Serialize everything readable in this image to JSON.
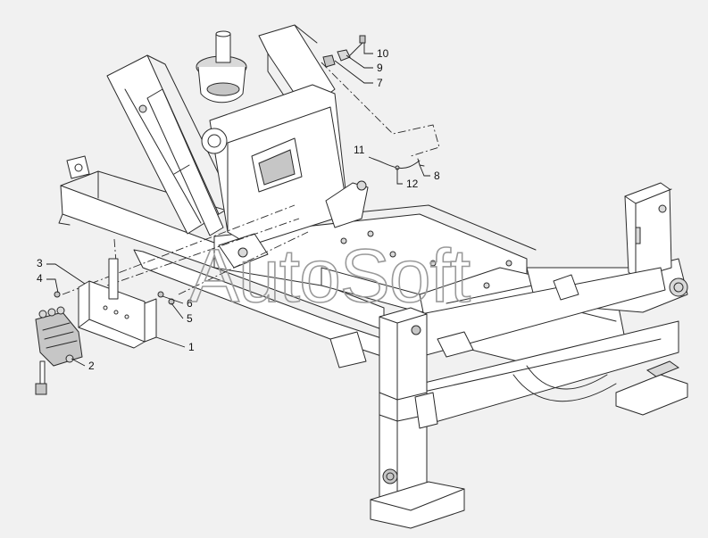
{
  "watermark": "AutoSoft",
  "callouts": [
    {
      "id": "c1",
      "label": "1"
    },
    {
      "id": "c2",
      "label": "2"
    },
    {
      "id": "c3",
      "label": "3"
    },
    {
      "id": "c4",
      "label": "4"
    },
    {
      "id": "c5",
      "label": "5"
    },
    {
      "id": "c6",
      "label": "6"
    },
    {
      "id": "c7",
      "label": "7"
    },
    {
      "id": "c8",
      "label": "8"
    },
    {
      "id": "c9",
      "label": "9"
    },
    {
      "id": "c10",
      "label": "10"
    },
    {
      "id": "c11",
      "label": "11"
    },
    {
      "id": "c12",
      "label": "12"
    }
  ],
  "colors": {
    "line": "#2a2a2a",
    "background": "#f1f1f1",
    "watermark": "#9a9a9a"
  }
}
